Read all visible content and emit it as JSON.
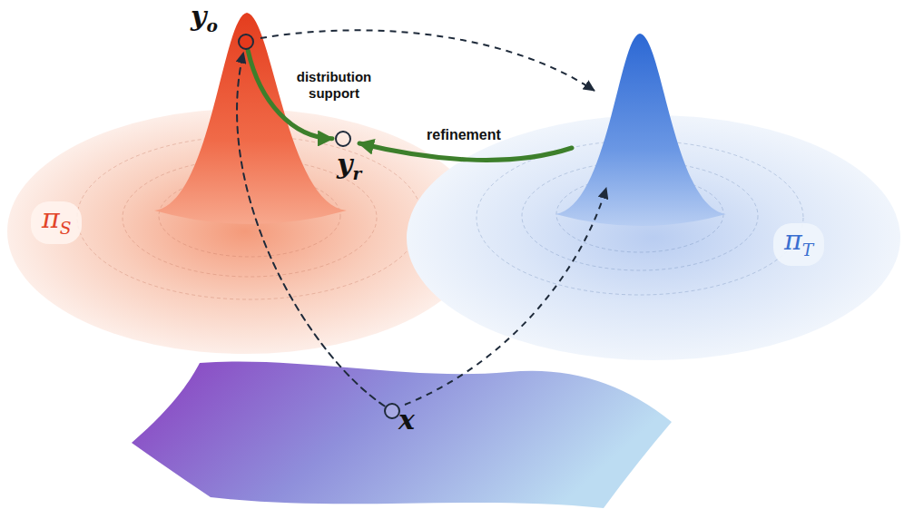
{
  "diagram": {
    "nodes": [
      {
        "text": [
          "y",
          "o"
        ]
      },
      {
        "text": [
          "y",
          "r"
        ]
      },
      {
        "text": [
          "x"
        ]
      },
      {
        "text": [
          "π",
          "S"
        ]
      },
      {
        "text": [
          "π",
          "T"
        ]
      }
    ],
    "edges": [
      {
        "from": 2,
        "to": 0,
        "arrow": "to"
      },
      {
        "from": 0,
        "to": 1,
        "label": "distribution support",
        "arrow": "to"
      }
    ],
    "labels": [
      "refinement"
    ]
  }
}
